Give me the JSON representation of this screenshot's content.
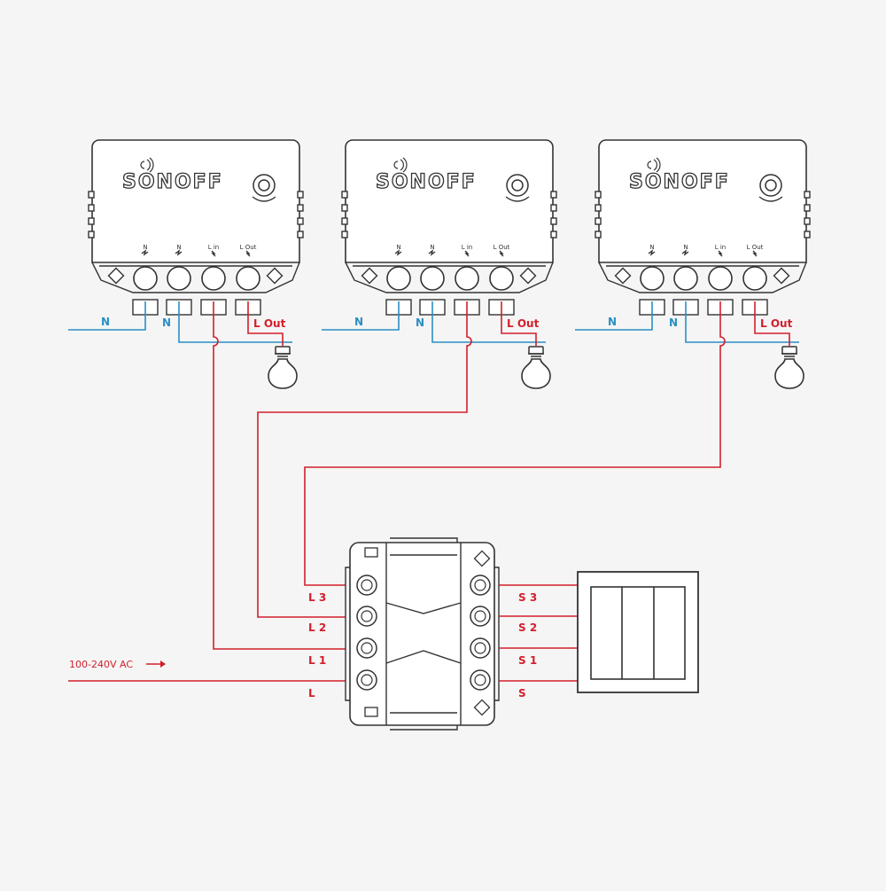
{
  "modules": [
    {
      "brand": "SONOFF",
      "terminals": [
        "N",
        "N",
        "L in",
        "L Out"
      ],
      "n_wire_label": "N",
      "n_wire_label_2": "N",
      "l_out_label": "L Out"
    },
    {
      "brand": "SONOFF",
      "terminals": [
        "N",
        "N",
        "L in",
        "L Out"
      ],
      "n_wire_label": "N",
      "n_wire_label_2": "N",
      "l_out_label": "L Out"
    },
    {
      "brand": "SONOFF",
      "terminals": [
        "N",
        "N",
        "L in",
        "L Out"
      ],
      "n_wire_label": "N",
      "n_wire_label_2": "N",
      "l_out_label": "L Out"
    }
  ],
  "controller": {
    "left_labels": [
      "L 3",
      "L 2",
      "L 1",
      "L"
    ],
    "right_labels": [
      "S 3",
      "S 2",
      "S 1",
      "S"
    ]
  },
  "supply_label": "100-240V AC",
  "colors": {
    "live": "#d21f2c",
    "neutral": "#2a8fc4",
    "outline": "#333333",
    "background": "#f5f5f5"
  }
}
